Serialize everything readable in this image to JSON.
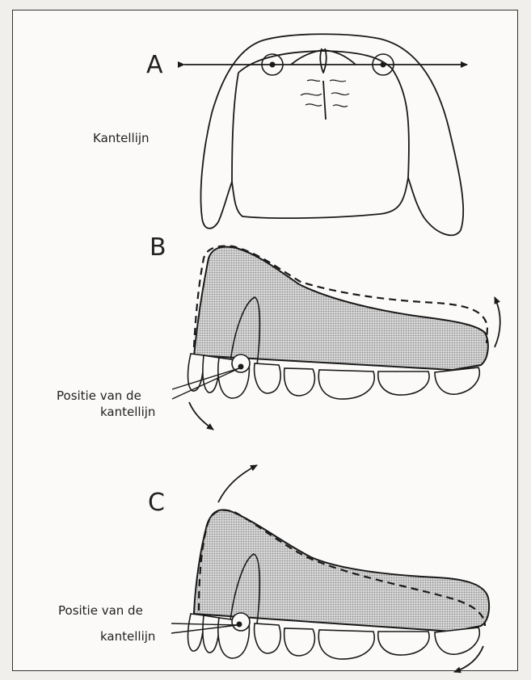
{
  "panels": {
    "a": {
      "letter": "A",
      "caption": "Kantellijn"
    },
    "b": {
      "letter": "B",
      "caption_line1": "Positie van de",
      "caption_line2": "kantellijn"
    },
    "c": {
      "letter": "C",
      "caption_line1": "Positie van de",
      "caption_line2": "kantellijn"
    }
  },
  "colors": {
    "line": "#1a1a1a",
    "shade": "#b9b9b9",
    "background": "#fbfaf8",
    "page": "#f1efec"
  }
}
